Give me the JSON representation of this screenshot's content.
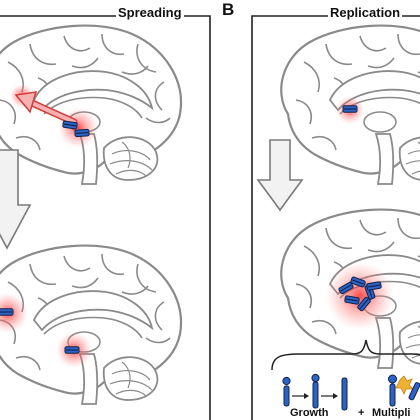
{
  "panels": {
    "spreading": {
      "title": "Spreading"
    },
    "replication": {
      "letter": "B",
      "title": "Replication"
    }
  },
  "labels": {
    "growth": "Growth",
    "plus": "+",
    "multiplication": "Multipli"
  },
  "colors": {
    "frame": "#222222",
    "brain_stroke": "#8a8a8a",
    "hotspot": "#ff3a3a",
    "aggregate_fill": "#2b63c6",
    "aggregate_edge": "#10224a",
    "arrow_fill": "#f2f2f2",
    "spread_arrow_fill": "#f6b1b1",
    "spread_arrow_edge": "#d43a3a",
    "seed_cap": "#f0b232"
  },
  "icons": [
    "brain-icon",
    "protein-aggregate-icon",
    "down-arrow-icon",
    "spread-arrow-icon"
  ]
}
